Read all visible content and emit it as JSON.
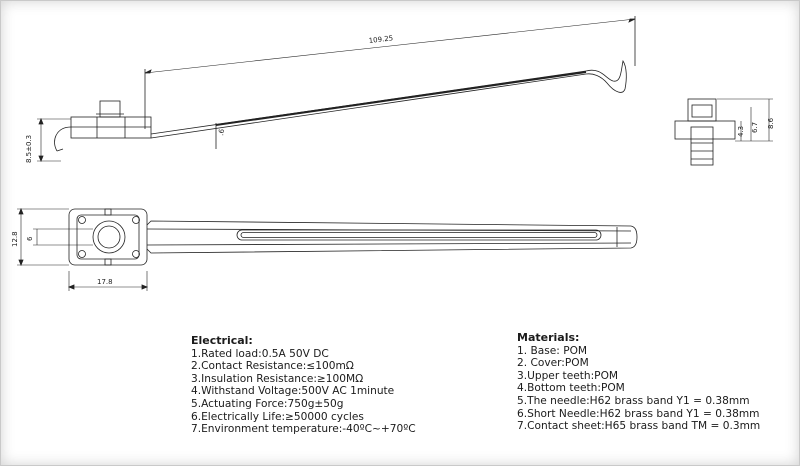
{
  "drawing": {
    "dimensions": {
      "length": "109.25",
      "small_angle": ".6",
      "height_left": "8.5±0.3",
      "width_top": "17.8",
      "height_front": "12.8",
      "inner_front": "6",
      "side_inner": "4.3",
      "side_middle": "6.7",
      "side_outer": "8.6"
    }
  },
  "electrical": {
    "title": "Electrical:",
    "items": [
      "1.Rated load:0.5A 50V DC",
      "2.Contact Resistance:≤100mΩ",
      "3.Insulation Resistance:≥100MΩ",
      "4.Withstand Voltage:500V AC 1minute",
      "5.Actuating Force:750g±50g",
      "6.Electrically Life:≥50000 cycles",
      "7.Environment temperature:-40ºC~+70ºC"
    ]
  },
  "materials": {
    "title": "Materials:",
    "items": [
      "1. Base: POM",
      "2. Cover:POM",
      "3.Upper teeth:POM",
      "4.Bottom teeth:POM",
      "5.The needle:H62 brass band Y1 = 0.38mm",
      "6.Short Needle:H62 brass band Y1 = 0.38mm",
      "7.Contact sheet:H65 brass band TM = 0.3mm"
    ]
  }
}
